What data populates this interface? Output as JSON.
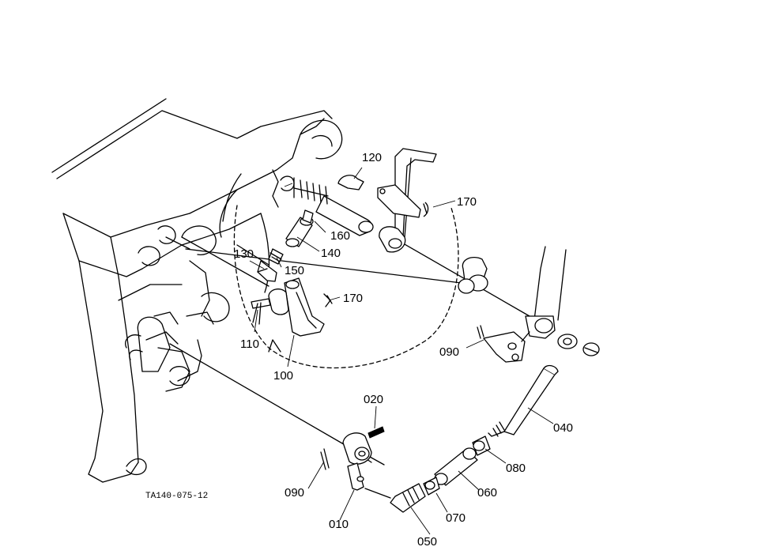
{
  "figure_code": "TA140-075-12",
  "callouts": [
    {
      "id": "120",
      "text": "120"
    },
    {
      "id": "170a",
      "text": "170"
    },
    {
      "id": "160",
      "text": "160"
    },
    {
      "id": "140",
      "text": "140"
    },
    {
      "id": "130",
      "text": "130"
    },
    {
      "id": "150",
      "text": "150"
    },
    {
      "id": "170b",
      "text": "170"
    },
    {
      "id": "110",
      "text": "110"
    },
    {
      "id": "100",
      "text": "100"
    },
    {
      "id": "090a",
      "text": "090"
    },
    {
      "id": "040",
      "text": "040"
    },
    {
      "id": "020",
      "text": "020"
    },
    {
      "id": "080",
      "text": "080"
    },
    {
      "id": "060",
      "text": "060"
    },
    {
      "id": "090b",
      "text": "090"
    },
    {
      "id": "070",
      "text": "070"
    },
    {
      "id": "010",
      "text": "010"
    },
    {
      "id": "050",
      "text": "050"
    }
  ]
}
